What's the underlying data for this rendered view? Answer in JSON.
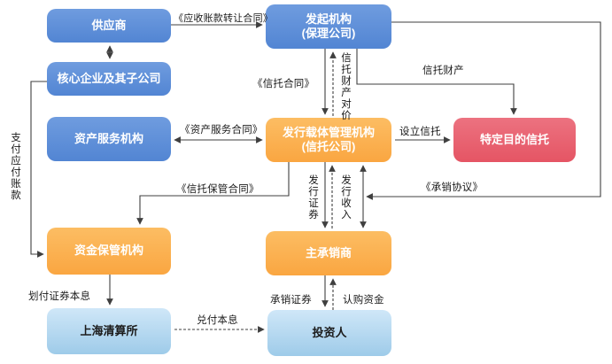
{
  "nodes": {
    "supplier": {
      "label": "供应商"
    },
    "core_enterprise": {
      "label": "核心企业及其子公司"
    },
    "asset_servicer": {
      "label": "资产服务机构"
    },
    "originator": {
      "label": "发起机构",
      "sublabel": "(保理公司)"
    },
    "issuer_manager": {
      "label": "发行载体管理机构",
      "sublabel": "(信托公司)"
    },
    "special_purpose_trust": {
      "label": "特定目的信托"
    },
    "fund_custodian": {
      "label": "资金保管机构"
    },
    "lead_underwriter": {
      "label": "主承销商"
    },
    "shanghai_clearing_house": {
      "label": "上海清算所"
    },
    "investors": {
      "label": "投资人"
    }
  },
  "edge_labels": {
    "receivables_transfer_contract": "《应收账款转让合同》",
    "pay_accounts_payable": "支付应付账款",
    "asset_service_contract": "《资产服务合同》",
    "trust_contract": "《信托合同》",
    "trust_property_consideration": "信托财产对价",
    "trust_property": "信托财产",
    "establish_trust": "设立信托",
    "underwriting_agreement": "《承销协议》",
    "trust_custody_contract": "《信托保管合同》",
    "issue_securities": "发行证券",
    "issuance_proceeds": "发行收入",
    "transfer_principal_interest": "划付证券本息",
    "underwrite_securities": "承销证券",
    "subscription_funds": "认购资金",
    "redeem_principal_interest": "兑付本息"
  },
  "colors": {
    "node_blue": "#5b8dd9",
    "node_orange": "#fbae4c",
    "node_red": "#e8606f",
    "node_lightblue": "#aed5f0",
    "connector": "#3f3f3f",
    "label_text": "#1a1a1a",
    "node_text": "#ffffff",
    "background": "#ffffff"
  }
}
